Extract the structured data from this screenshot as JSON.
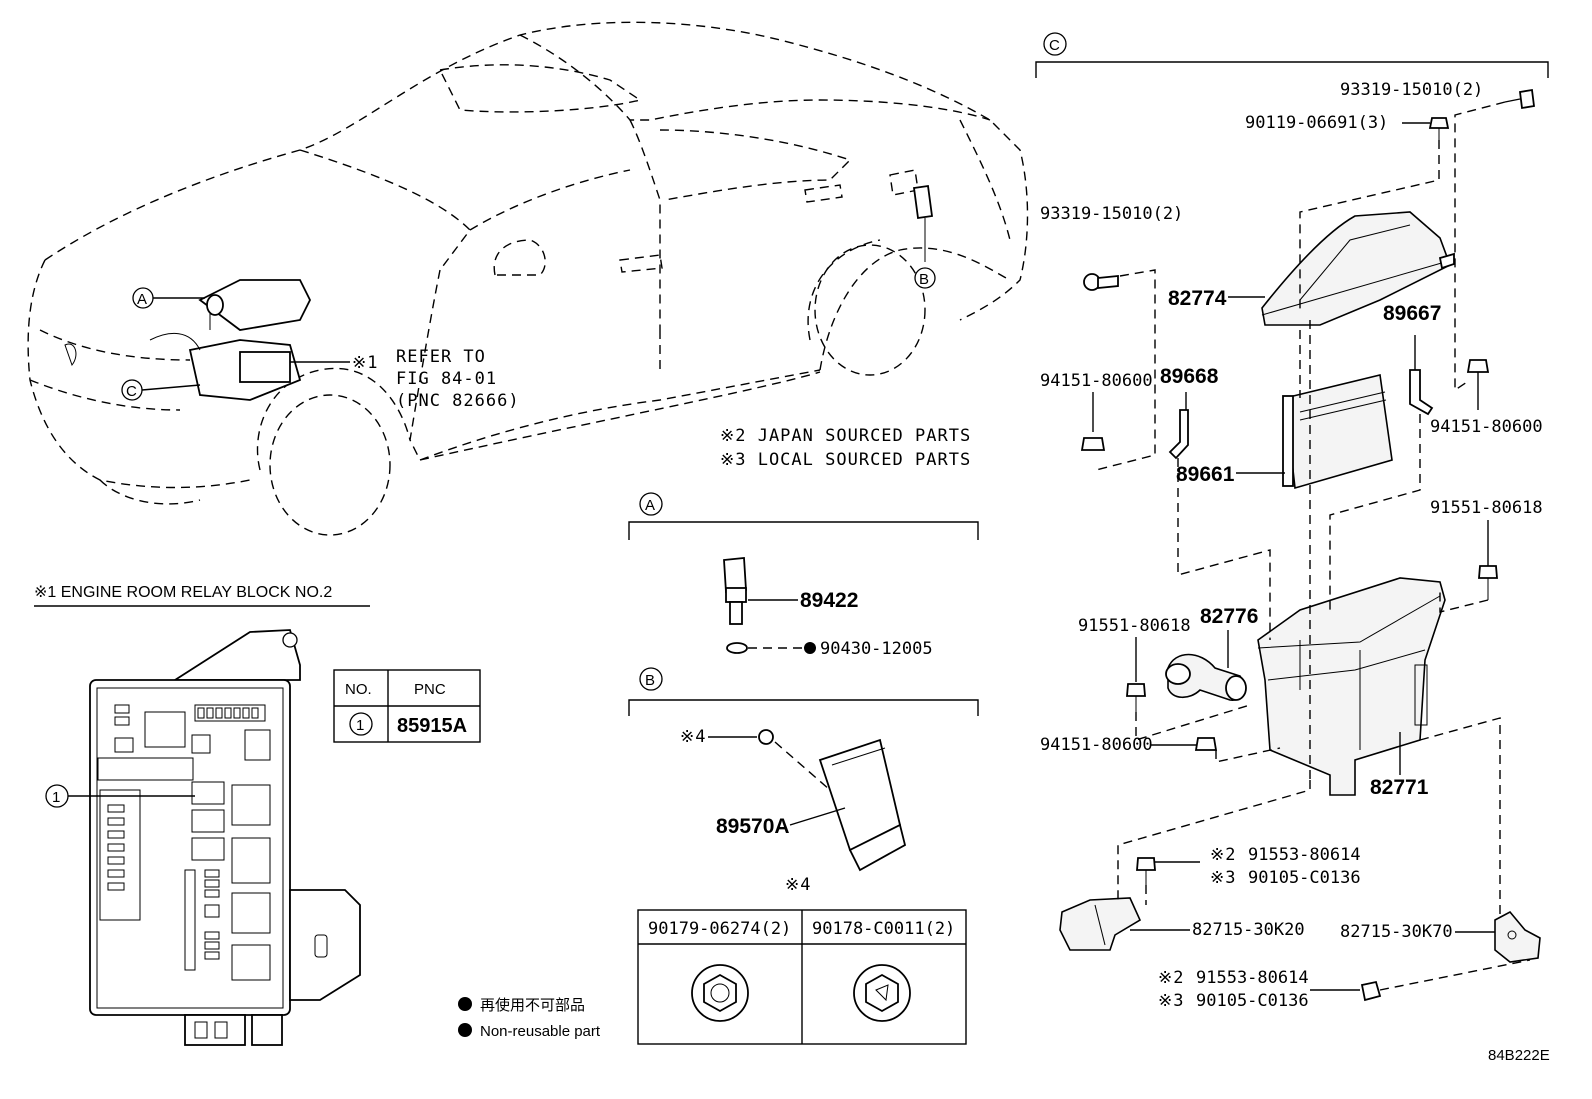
{
  "callouts": {
    "ref_a": "A",
    "ref_b": "B",
    "ref_c": "C",
    "ref_one": "1"
  },
  "notes": {
    "refer_to": [
      "REFER TO",
      "FIG 84-01",
      "(PNC 82666)"
    ],
    "mark1_car": "※1",
    "japan_parts": "※2 JAPAN SOURCED PARTS",
    "local_parts": "※3 LOCAL SOURCED PARTS",
    "relay_block_title": "※1 ENGINE ROOM RELAY BLOCK NO.2",
    "mark4_label": "※4",
    "mark4_table_title": "※4",
    "legend_jp": "再使用不可部品",
    "legend_en": "Non-reusable part",
    "figure_code": "84B222E"
  },
  "pnc_table": {
    "header_no": "NO.",
    "header_pnc": "PNC",
    "row_no": "1",
    "row_pnc": "85915A"
  },
  "section_a": {
    "sensor": "89422",
    "gasket": "90430-12005"
  },
  "section_b": {
    "module": "89570A"
  },
  "nut_table": {
    "col1": "90179-06274(2)",
    "col2": "90178-C0011(2)"
  },
  "section_c": {
    "bolt_top": "93319-15010(2)",
    "clip_top": "90119-06691(3)",
    "bolt_left": "93319-15010(2)",
    "cover": "82774",
    "bracket_right": "89667",
    "nut_left_upper": "94151-80600",
    "bracket_left": "89668",
    "nut_right_upper": "94151-80600",
    "ecu": "89661",
    "bolt_right": "91551-80618",
    "bolt_left_mid": "91551-80618",
    "duct": "82776",
    "nut_left_lower": "94151-80600",
    "box": "82771",
    "mark2_a": "※2",
    "part_2a": "91553-80614",
    "mark3_a": "※3",
    "part_3a": "90105-C0136",
    "bracket_k20": "82715-30K20",
    "bracket_k70": "82715-30K70",
    "mark2_b": "※2",
    "part_2b": "91553-80614",
    "mark3_b": "※3",
    "part_3b": "90105-C0136"
  }
}
